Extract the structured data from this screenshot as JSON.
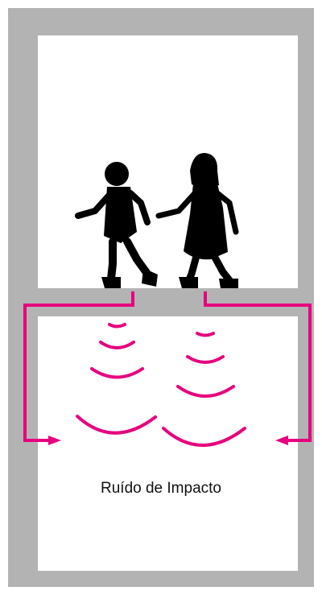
{
  "diagram": {
    "caption": "Ruído de Impacto",
    "figures": [
      "boy-silhouette",
      "girl-silhouette"
    ],
    "colors": {
      "wall": "#b3b3b3",
      "room": "#ffffff",
      "sound_path": "#e6007e",
      "figure": "#000000"
    }
  }
}
